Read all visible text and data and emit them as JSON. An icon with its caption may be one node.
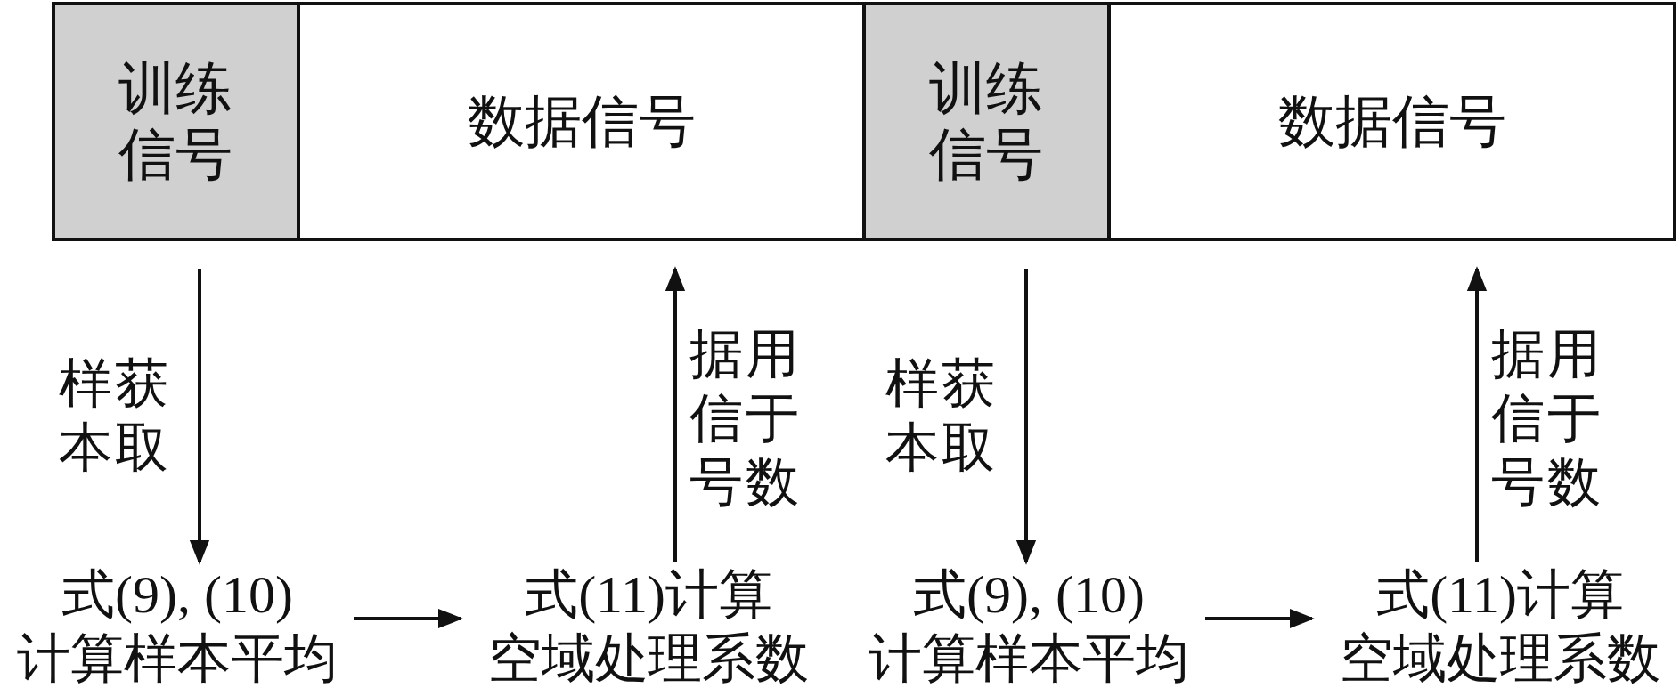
{
  "diagram": {
    "nodes": [
      {
        "text": [
          "训练信号"
        ]
      },
      {
        "text": [
          "数据信号"
        ]
      },
      {
        "text": [
          "训练信号"
        ]
      },
      {
        "text": [
          "数据信号"
        ]
      },
      {
        "text": [
          "式(9), (10)计算样本平均"
        ]
      },
      {
        "text": [
          "式(11)计算空域处理系数"
        ]
      },
      {
        "text": [
          "式(9), (10)计算样本平均"
        ]
      },
      {
        "text": [
          "式(11)计算空域处理系数"
        ]
      }
    ],
    "edges": [
      {
        "from": 0,
        "to": 4,
        "arrow": "to",
        "label": "获取样本"
      },
      {
        "from": 4,
        "to": 5,
        "arrow": "to"
      },
      {
        "from": 5,
        "to": 1,
        "arrow": "to",
        "label": "用于数据信号"
      },
      {
        "from": 2,
        "to": 6,
        "arrow": "to",
        "label": "获取样本"
      },
      {
        "from": 6,
        "to": 7,
        "arrow": "to"
      },
      {
        "from": 7,
        "to": 3,
        "arrow": "to",
        "label": "用于数据信号"
      }
    ]
  }
}
